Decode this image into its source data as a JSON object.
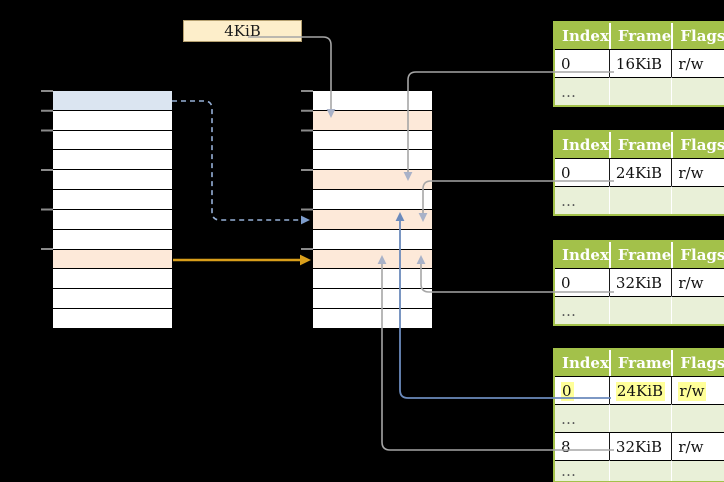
{
  "figure": {
    "background": "#000000",
    "description": "Paging diagram: left memory column and middle memory column with ticks, one page-size label, and four Index/Frame/Flags page tables connected by arrows"
  },
  "page_size_label": {
    "text": "4KiB"
  },
  "memory_columns": {
    "left": {
      "rows": [
        "blue",
        "white",
        "white",
        "white",
        "white",
        "white",
        "white",
        "white",
        "orange",
        "white",
        "white",
        "white"
      ],
      "tick_rows": [
        0,
        1,
        2,
        4,
        6,
        8
      ]
    },
    "middle": {
      "rows": [
        "white",
        "orange",
        "white",
        "white",
        "orange",
        "white",
        "orange",
        "white",
        "orange",
        "white",
        "white",
        "white"
      ],
      "tick_rows": [
        0,
        1,
        2,
        4,
        6,
        8
      ]
    }
  },
  "tables": [
    {
      "name": "page-table-1",
      "headers": [
        "Index",
        "Frame",
        "Flags"
      ],
      "rows": [
        {
          "cells": [
            "0",
            "16KiB",
            "r/w"
          ],
          "variant": "white",
          "highlight": false
        },
        {
          "cells": [
            "…",
            "",
            ""
          ],
          "variant": "green",
          "highlight": false
        }
      ]
    },
    {
      "name": "page-table-2",
      "headers": [
        "Index",
        "Frame",
        "Flags"
      ],
      "rows": [
        {
          "cells": [
            "0",
            "24KiB",
            "r/w"
          ],
          "variant": "white",
          "highlight": false
        },
        {
          "cells": [
            "…",
            "",
            ""
          ],
          "variant": "green",
          "highlight": false
        }
      ]
    },
    {
      "name": "page-table-3",
      "headers": [
        "Index",
        "Frame",
        "Flags"
      ],
      "rows": [
        {
          "cells": [
            "0",
            "32KiB",
            "r/w"
          ],
          "variant": "white",
          "highlight": false
        },
        {
          "cells": [
            "…",
            "",
            ""
          ],
          "variant": "green",
          "highlight": false
        }
      ]
    },
    {
      "name": "page-table-4",
      "headers": [
        "Index",
        "Frame",
        "Flags"
      ],
      "rows": [
        {
          "cells": [
            "0",
            "24KiB",
            "r/w"
          ],
          "variant": "white",
          "highlight": true
        },
        {
          "cells": [
            "…",
            "",
            ""
          ],
          "variant": "green",
          "highlight": false
        },
        {
          "cells": [
            "8",
            "32KiB",
            "r/w"
          ],
          "variant": "white",
          "highlight": false
        },
        {
          "cells": [
            "…",
            "",
            ""
          ],
          "variant": "green",
          "highlight": false
        }
      ]
    }
  ],
  "connectors": [
    {
      "from": "page-size-label",
      "to": "middle-column-row-2",
      "style": "gray-solid-down-arrow"
    },
    {
      "from": "page-table-1-row-0",
      "to": "middle-column-row-5",
      "style": "gray-solid-down-arrow"
    },
    {
      "from": "page-table-2-row-0",
      "to": "middle-column-row-7",
      "style": "gray-solid-down-arrow"
    },
    {
      "from": "page-table-3-row-0",
      "to": "middle-column-row-9",
      "style": "gray-solid-up-arrow"
    },
    {
      "from": "page-table-4-row-0",
      "to": "middle-column-row-7",
      "style": "blue-solid-up-arrow"
    },
    {
      "from": "page-table-4-row-8",
      "to": "middle-column-row-9",
      "style": "gray-solid-up-arrow"
    },
    {
      "from": "left-column-row-1",
      "to": "middle-column-row-7",
      "style": "blue-dashed-right-arrow"
    },
    {
      "from": "left-column-row-9",
      "to": "middle-column-row-9",
      "style": "orange-solid-right-arrow"
    }
  ],
  "palette": {
    "table_header_green": "#a3c14a",
    "table_row_green": "#e9f0d8",
    "cell_blue": "#dbe5f1",
    "cell_orange": "#fde9d9",
    "label_cream": "#fdeeca",
    "highlight_yellow": "#ffff99",
    "line_gray": "#a6a6a6",
    "arrowhead_gray": "#a9b2c8",
    "line_blue": "#6b8abc",
    "dashed_blue": "#95afd6",
    "arrow_orange": "#d89e1b",
    "tick_gray": "#8a8a8a"
  }
}
